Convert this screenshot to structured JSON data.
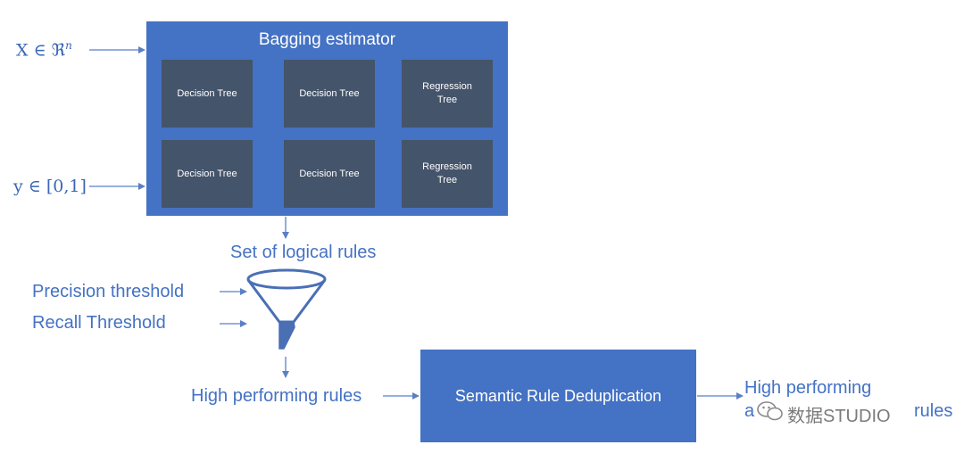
{
  "inputs": {
    "x_label": "X ∈ ℜ",
    "x_sup": "n",
    "y_label": "y ∈ [0,1]"
  },
  "bagging": {
    "title": "Bagging estimator",
    "trees": [
      {
        "label": "Decision Tree"
      },
      {
        "label": "Decision Tree"
      },
      {
        "label": "Regression Tree"
      },
      {
        "label": "Decision Tree"
      },
      {
        "label": "Decision Tree"
      },
      {
        "label": "Regression Tree"
      }
    ]
  },
  "filter": {
    "rules_label": "Set of logical rules",
    "precision_label": "Precision threshold",
    "recall_label": "Recall Threshold",
    "high_rules_label": "High performing rules"
  },
  "dedup": {
    "label": "Semantic Rule Deduplication"
  },
  "output": {
    "line1": "High performing",
    "line2_start": "a",
    "line2_end": "rules"
  },
  "watermark": {
    "text": "数据STUDIO"
  },
  "colors": {
    "box_blue": "#4472c4",
    "tree_gray": "#44546a",
    "text_blue": "#4472c4",
    "arrow_blue": "#5a7fc6"
  }
}
